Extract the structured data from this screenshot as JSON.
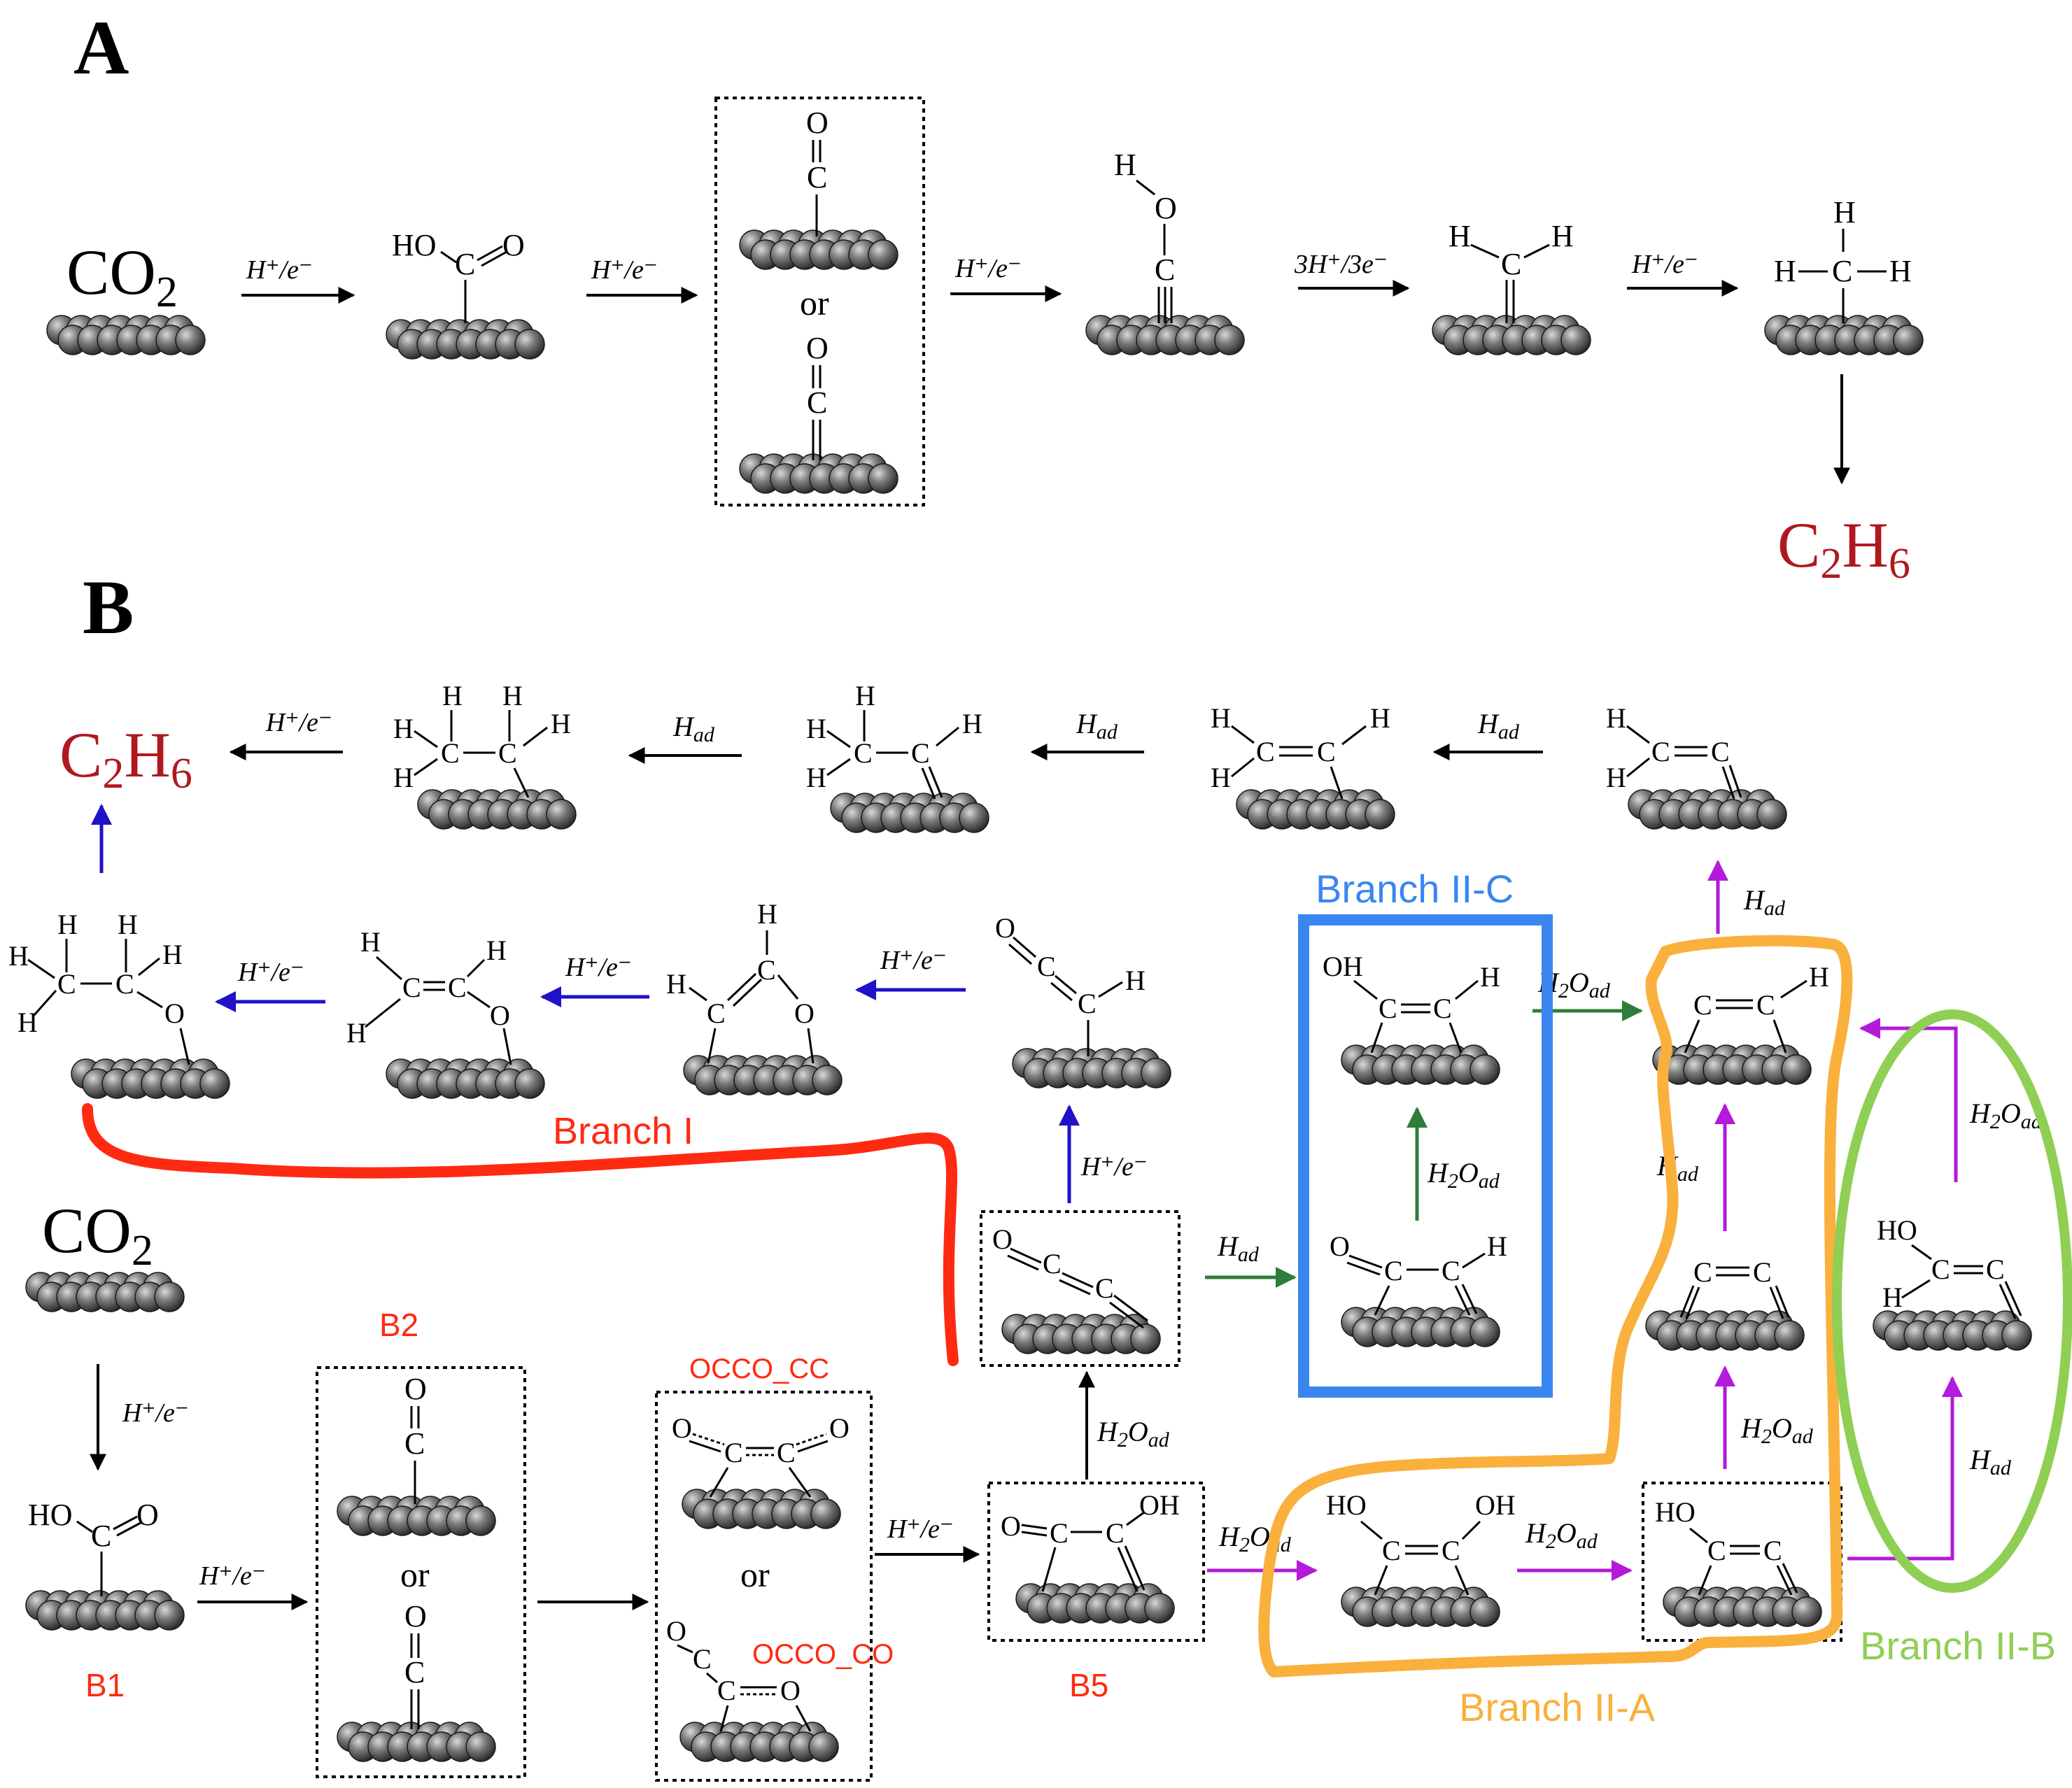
{
  "panels": {
    "a": "A",
    "b": "B"
  },
  "colors": {
    "black": "#000000",
    "product": "#b0181f",
    "annot_red": "#ff2a12",
    "blue_arrow": "#1f12c8",
    "green_arrow": "#2e7d3a",
    "purple_arrow": "#b31ad9",
    "branch_iic": "#3a86f0",
    "branch_iia": "#f9b03d",
    "branch_iib": "#8fcf54"
  },
  "text": {
    "co2": "CO",
    "sub2": "2",
    "c2h6_c": "C",
    "c2h6_h": "H",
    "sub6": "6",
    "or": "or",
    "h": "H",
    "o": "O",
    "c": "C",
    "oh": "OH",
    "ho": "HO",
    "r_e": "H⁺/e⁻",
    "r_3e": "3H⁺/3e⁻",
    "r_had": "H",
    "r_ad": "ad",
    "r_h2o": "H",
    "r_h2o_2": "2",
    "r_h2o_o": "O",
    "b1": "B1",
    "b2": "B2",
    "b5": "B5",
    "occo_cc": "OCCO_CC",
    "occo_co": "OCCO_CO",
    "branch_i": "Branch I",
    "branch_iia": "Branch II-A",
    "branch_iib": "Branch II-B",
    "branch_iic": "Branch II-C"
  }
}
